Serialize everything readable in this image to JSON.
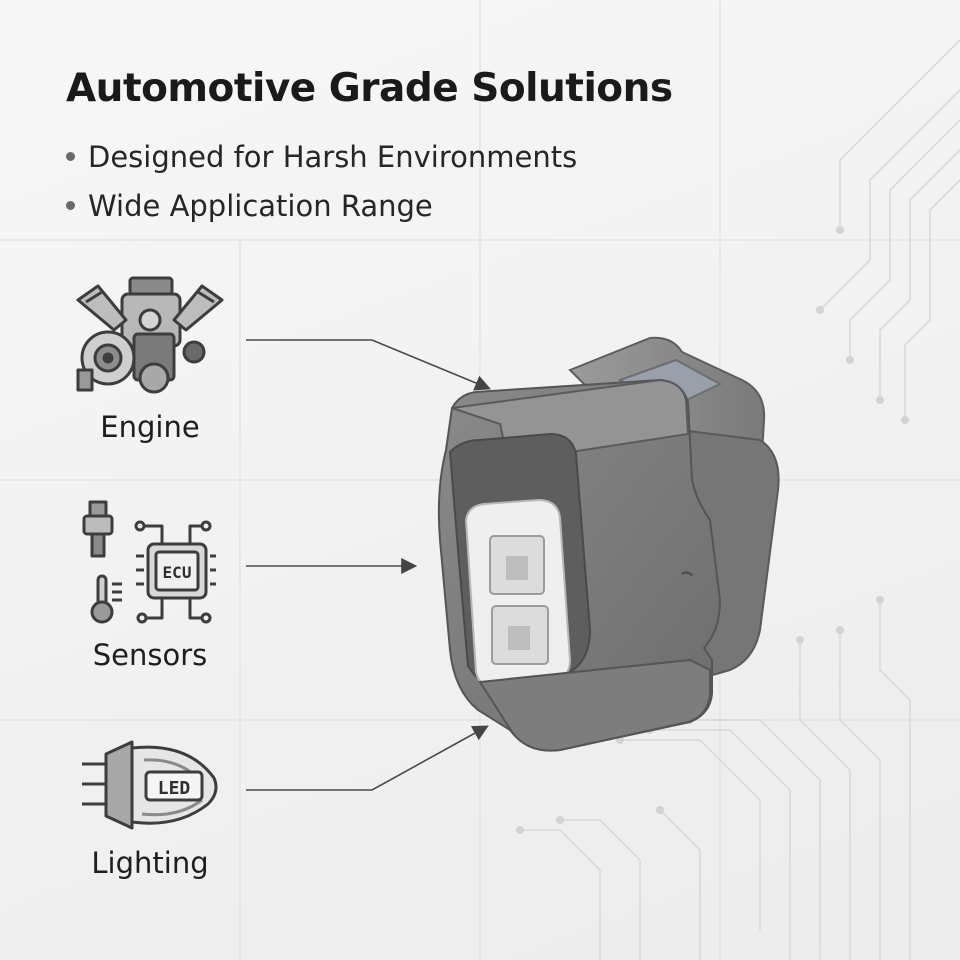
{
  "headline": "Automotive Grade Solutions",
  "bullets": [
    "Designed for Harsh Environments",
    "Wide Application Range"
  ],
  "applications": [
    {
      "label": "Engine",
      "icon": "engine-icon"
    },
    {
      "label": "Sensors",
      "icon": "sensors-ecu-icon",
      "badge": "ECU"
    },
    {
      "label": "Lighting",
      "icon": "led-headlight-icon",
      "badge": "LED"
    }
  ],
  "product": {
    "icon": "two-pin-connector",
    "color": "#7c7c7c",
    "insert_color": "#f2f2f2"
  },
  "colors": {
    "text": "#1a1a1a",
    "arrow": "#444444",
    "circuit": "#dcdcdc",
    "icon": "#555555"
  }
}
